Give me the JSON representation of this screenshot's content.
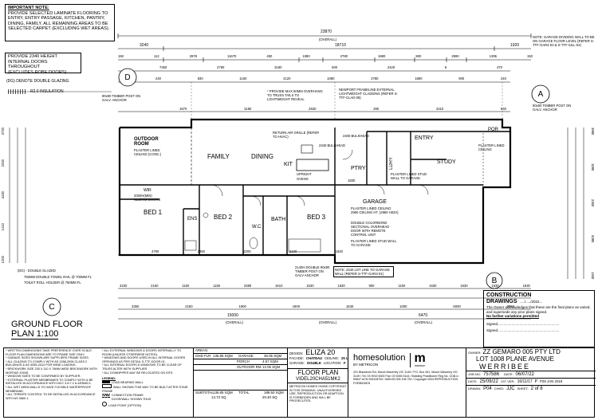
{
  "notes": {
    "important_title": "IMPORTANT NOTE:",
    "important_lines": [
      "PROVIDE SELECTED LAMINATE FLOORING TO",
      "ENTRY, ENTRY PASSAGE, KITCHEN, PANTRY,",
      "DINING, FAMILY. ALL REMAINING AREAS TO BE",
      "SELECTED CARPET (EXCLUDING WET AREAS)."
    ],
    "height_lines": [
      "PROVIDE 2340 HEIGHT",
      "INTERNAL DOORS THROUGHOUT",
      "(EXCLUDES ROBE DOORS)"
    ],
    "double_glazing": "(DG) DENOTE DOUBLE GLAZING",
    "insulation": "R2.0 INSULATION",
    "garage_note": "NOTE: GARAGE DIVIDING WALL TO BE ON GARAGE FLOOR LEVEL (REFER S-TTF-GAR4-02 & S-TTF-SILL-04)"
  },
  "dimensions": {
    "overall_top": "23870",
    "overall_top_note": "(OVERALL)",
    "top_row2": [
      "3240",
      "18710",
      "1920"
    ],
    "top_row3": [
      "150",
      "112",
      "2978",
      "11670",
      "450",
      "1080",
      "2780",
      "1880",
      "900",
      "2990",
      "1395",
      "150"
    ],
    "top_row4": [
      "7450",
      "2780",
      "3180",
      "600",
      "2420",
      "8",
      "470"
    ],
    "top_row5": [
      "240",
      "830",
      "1160",
      "4120",
      "1080",
      "2780",
      "1880",
      "900",
      "240"
    ],
    "top_row6": [
      "1670",
      "3180",
      "2630",
      "290",
      "4310",
      "640"
    ],
    "left_dims": [
      "3720",
      "2200",
      "4430",
      "1410",
      "1200"
    ],
    "right_dims": [
      "3990",
      "1090",
      "2300",
      "5280",
      "1400"
    ],
    "bottom_row1": [
      "4790",
      "3350",
      "2200",
      "2100",
      "1830"
    ],
    "bottom_row2": [
      "3150",
      "2150",
      "1160",
      "1150",
      "2380",
      "1610",
      "1630",
      "1630",
      "900",
      "1150",
      "1630",
      "1630",
      "1630",
      "1630"
    ],
    "bottom_row3": [
      "3350",
      "2160",
      "1900",
      "1900",
      "1630",
      "1000",
      "6000",
      "2060"
    ],
    "bottom_overall": [
      "15000",
      "6470"
    ],
    "bottom_labels": [
      "(OVERALL)",
      "(OVERALL)",
      "(OVERALL)"
    ],
    "rooms_small": [
      "1830"
    ]
  },
  "rooms": {
    "outdoor": "OUTDOOR ROOM",
    "outdoor_sub": "PLASTER LINED CEILING (CONC.)",
    "family": "FAMILY",
    "dining": "DINING",
    "kit": "KIT",
    "ptry": "PTRY",
    "ldry": "LDRY",
    "entry": "ENTRY",
    "study": "STUDY",
    "por": "POR",
    "bed1": "BED 1",
    "ens": "ENS",
    "bed2": "BED 2",
    "wc": "W.C",
    "bath": "BATH",
    "bed3": "BED 3",
    "garage": "GARAGE",
    "robe1": "WIR",
    "robe_sub": "2000H(MIN) SLIDING DOORS",
    "garage_sub": "PLASTER LINED CEILING 2960 CEILING HT. (2960 HIGH)",
    "garage_sub2": "DOUBLE COLORBOND SECTIONAL OVERHEAD DOOR WITH REMOTE CONTROL UNIT",
    "garage_sub3": "PLASTER LINED STUD WALL TO GARAGE",
    "ptry_sub": "PLASTER LINED STUD WALL TO GARAGE",
    "provide_sub": "* PROVIDE MAX 50MM OVERHANG TO TRUSS TAILS TO LIGHTWEIGHT REVEAL",
    "newport_sub": "NEWPORT FRAMELINE EXTERNAL LIGHTWEIGHT CLADDING (REFER S-TTF-CLAD-08)",
    "return_sub": "RETURN AIR GRILLE (REFER TO HVAC)",
    "bulkhead": "2340 BULKHEAD",
    "bulkhead2": "2400 BULKHEAD",
    "upright": "UPRIGHT",
    "ovens": "OVENS",
    "notes_lintel": "NOTE: 2340 LOT LINE TO GARAGE WALL (REFER S-TTF-GAR4-01)",
    "timber_post": "90x90 TIMBER POST ON GALV. ANCHOR",
    "timber_post2": "2140H DOUBLE 90x90 TIMBER POST ON GALV ANCHOR",
    "tmbr_post3": "90x90 TIMBER POST ON GALV. ANCHOR",
    "porch_sub": "PLASTER LINED CEILING"
  },
  "legend_small": {
    "double_glazed_title": "(DG) - DOUBLE GLAZED",
    "item1": "750MM DOUBLE TOWEL RAIL @ 700MM FL",
    "item2": "TOILET ROLL HOLDER @ 750MM FL"
  },
  "plan_title": {
    "line1": "GROUND FLOOR",
    "line2": "PLAN 1:100"
  },
  "markers": {
    "a": "A",
    "b": "B",
    "c": "C",
    "d": "D"
  },
  "construction": {
    "title": "CONSTRUCTION",
    "title2": "DRAWINGS",
    "date": "...../...../2022...",
    "body": "The Owner acknowledges that these are the final plans as varied, and supersede any prior plans signed.",
    "no_further": "No further variations permitted",
    "signed": "Signed..............................................................",
    "signed2": "Signed.............................................................."
  },
  "title_block": {
    "areas_label": "AREAS:",
    "areas_rows": [
      {
        "label": "GND FLR",
        "a": "136.85 SQM",
        "b": "GARAGE",
        "c": "36.05 SQM"
      },
      {
        "label": "",
        "a": "",
        "b": "PORCH",
        "c": "4.57 SQM"
      },
      {
        "label": "",
        "a": "",
        "b": "OUTDOOR RM",
        "c": "12.05 SQM"
      }
    ],
    "total_row": {
      "label": "SUBTOTAL",
      "a": "136.85 SQM",
      "b": "TOTAL",
      "c": "189.50 SQM"
    },
    "total_row2": {
      "a": "14.73 SQ",
      "c": "20.40 SQ"
    },
    "design_label": "DESIGN:",
    "design": "ELIZA 20",
    "facade_label": "FACADE:",
    "facade": "CHATEAU",
    "ceiling_label": "CEILING:",
    "ceiling": "25 L",
    "garage_label": "GARAGE:",
    "garage": "DOUBLE",
    "location_label": "LOCATION:",
    "location": "F",
    "sheet_title": "FLOOR PLAN",
    "sheet_code": "VIDEL20CHA51MK2",
    "copyright": "METRICON HOMES OWNS COPYRIGHT IN THIS DRAWING. UNAUTHORISED USE, REPRODUCTION OR ADAPTION IS FORBIDDEN AND WILL BE PROSECUTED.",
    "brand": "homesolution",
    "brand_sub": "BY METRICON",
    "brand_m": "m",
    "brand_m_sub": "metricon",
    "address": "201 Blackburn Rd, Mount Waverley VIC 3149 / P.O. Box 451, Mount Waverley VIC 3149 / Tel: 03 9915 5000 Fax: 03 9265 5144 / Building Practitioner Reg No. CDB-U 59847 ACN 005108752 / ABN 83 005 108 752 / Copyright 2004 REPRODUCTION FORBIDDEN",
    "owner_label": "OWNER:",
    "owner": "ZZ GEMARO 005 PTY LTD",
    "lot": "LOT 1008 PLANE AVENUE",
    "suburb": "WERRIBEE",
    "job_label": "JOB NO:",
    "job": "757586",
    "date_label": "DATE:",
    "date": "06/07/22",
    "job2_label": "DATE:",
    "job2": "25/09/22",
    "ver_label": "1ST VER:",
    "ver": "16/11/17",
    "pf": "P",
    "drawn_label": "DRAWN:",
    "drawn": "P04",
    "checked_label": "CHKD:",
    "checked": "JJC",
    "sheet_label": "SHEET:",
    "sheet": "2 of 8",
    "stamp": "P28 JAN 2019"
  },
  "general_notes": {
    "left_col": [
      "* WRITTEN DIMENSIONS TAKE PREFERENCE OVER SCALE. FLOOR PLAN DIMENSIONS ARE TO FRAME SIZE ONLY.",
      "* GARAGE SIZES SHOWN ARE SUPPLIERS FRAME SIZES.",
      "* ALL GLAZING TO COMPLY WITH AS 1288-2006 CLASS 2 BUILDINGS & AS 4055-2012 FOR WIND LOADING.",
      "* BRICKWORK SIZE 230 X 110 X 76MM WIDE BRICKWORK WITH MORTAR JOINS.",
      "* WINDOW SIZES TO BE CONFIRMED BY SUPPLIER.",
      "* EXTERNAL PLASTER MEMBRANES TO COMPLY WITH & BE INSTALLED IN ACCORDANCE WITH NCC 3.8.7.2 & AS3660.1.",
      "* ALL WET AREA WALLS TO HAVE FLEXIBLE WATERPROOF MEMBRANE.",
      "* ALL TERMITE CONTROL TO BE INSTALLED IN ACCORDANCE WITH AS 3660.1."
    ],
    "mid_col": [
      "* ALL EXTERNAL WINDOWS & DOORS INTERNALLY TO ROOM (UNLESS OTHERWISE NOTED).",
      "* WINDOWS AND DOORS USED IN ALL INTERNAL DOORS OPENINGS AS PER DETAIL S-TTF-DOOR-01.",
      "* ALL INTERNAL DOORS & WINDOWS TO BE CLEAR OF TRUSS ALTER WITH SUPPLIER.",
      "* ALL DOWNPIPES MAY BE RELOCATED ON SITE."
    ],
    "legend_title": "LEGEND:",
    "legend_items": [
      "LOAD BEARING WALL",
      "WALL SHOWN THIS WAY TO BE BUILT AFTER STAIR FRAME",
      "CONNECTION FRAME",
      "DOOR/WALL SHOWN THUS",
      "LOAD POINT (OPTION)"
    ]
  }
}
